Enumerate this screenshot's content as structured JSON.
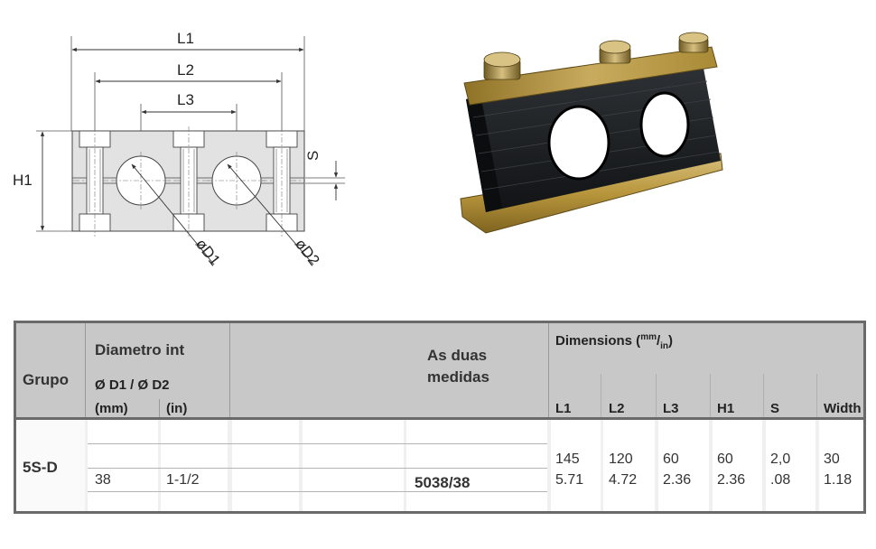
{
  "drawing": {
    "labels": {
      "l1": "L1",
      "l2": "L2",
      "l3": "L3",
      "h1": "H1",
      "s": "S",
      "d1": "øD1",
      "d2": "øD2"
    }
  },
  "table": {
    "headers": {
      "grupo": "Grupo",
      "diametro": "Diametro int",
      "d1d2": "Ø D1 / Ø D2",
      "mm": "(mm)",
      "in": "(in)",
      "as_duas": "As duas",
      "medidas": "medidas",
      "dimensions": "Dimensions (",
      "dim_sup_mm": "mm",
      "dim_slash": "/",
      "dim_sub_in": "in",
      "dim_close": ")",
      "l1": "L1",
      "l2": "L2",
      "l3": "L3",
      "h1": "H1",
      "s": "S",
      "width": "Width"
    },
    "row": {
      "grupo": "5S-D",
      "mm": "38",
      "in": "1-1/2",
      "medida": "5038/38",
      "mm_values": {
        "l1": "145",
        "l2": "120",
        "l3": "60",
        "h1": "60",
        "s": "2,0",
        "width": "30"
      },
      "in_values": {
        "l1": "5.71",
        "l2": "4.72",
        "l3": "2.36",
        "h1": "2.36",
        "s": ".08",
        "width": "1.18"
      }
    }
  }
}
